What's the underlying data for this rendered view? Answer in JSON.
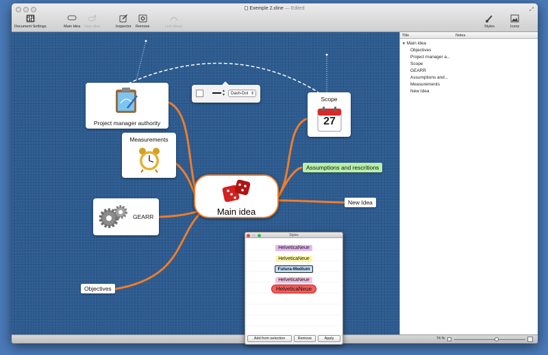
{
  "window": {
    "title": "Exemple 2.xline",
    "edited": "— Edited"
  },
  "toolbar": {
    "document_settings": "Document Settings",
    "main_idea": "Main Idea",
    "new_idea": "New Idea",
    "inspector": "Inspector",
    "remove": "Remove",
    "link_ideas": "Link Ideas",
    "styles": "Styles",
    "icons": "Icons"
  },
  "popover": {
    "line_style": "Dash-Dot"
  },
  "mindmap": {
    "main": "Main idea",
    "project_manager": "Project manager authority",
    "measurements": "Measurements",
    "gearr": "GEARR",
    "scope": "Scope",
    "calendar_day": "27",
    "assumptions": "Assumptions and rescritions",
    "new_idea": "New Idea",
    "objectives": "Objectives"
  },
  "outline": {
    "col_title": "Title",
    "col_notes": "Notes",
    "root": "Main idea",
    "items": [
      "Objectives",
      "Project manager a...",
      "Scope",
      "GEARR",
      "Assumptions and...",
      "Measurements",
      "New Idea"
    ]
  },
  "status": {
    "zoom": "74 %"
  },
  "styles_panel": {
    "title": "Styles",
    "items": [
      {
        "label": "HelveticaNeue",
        "bg": "#e2b8f2"
      },
      {
        "label": "HelveticaNeue",
        "bg": "#fbf5a8"
      },
      {
        "label": "Futura-Medium",
        "bg": "#bfdaf5"
      },
      {
        "label": "HelveticaNeue",
        "bg": "#f6c2e2"
      },
      {
        "label": "HelveticaNeue",
        "bg": "#f45d5d"
      }
    ],
    "add_button": "Add from selection",
    "remove_button": "Remove",
    "apply_button": "Apply"
  },
  "colors": {
    "branch": "#f07d2a",
    "canvas": "#2d5b8f",
    "assumption_fill": "#b9f0a8"
  }
}
